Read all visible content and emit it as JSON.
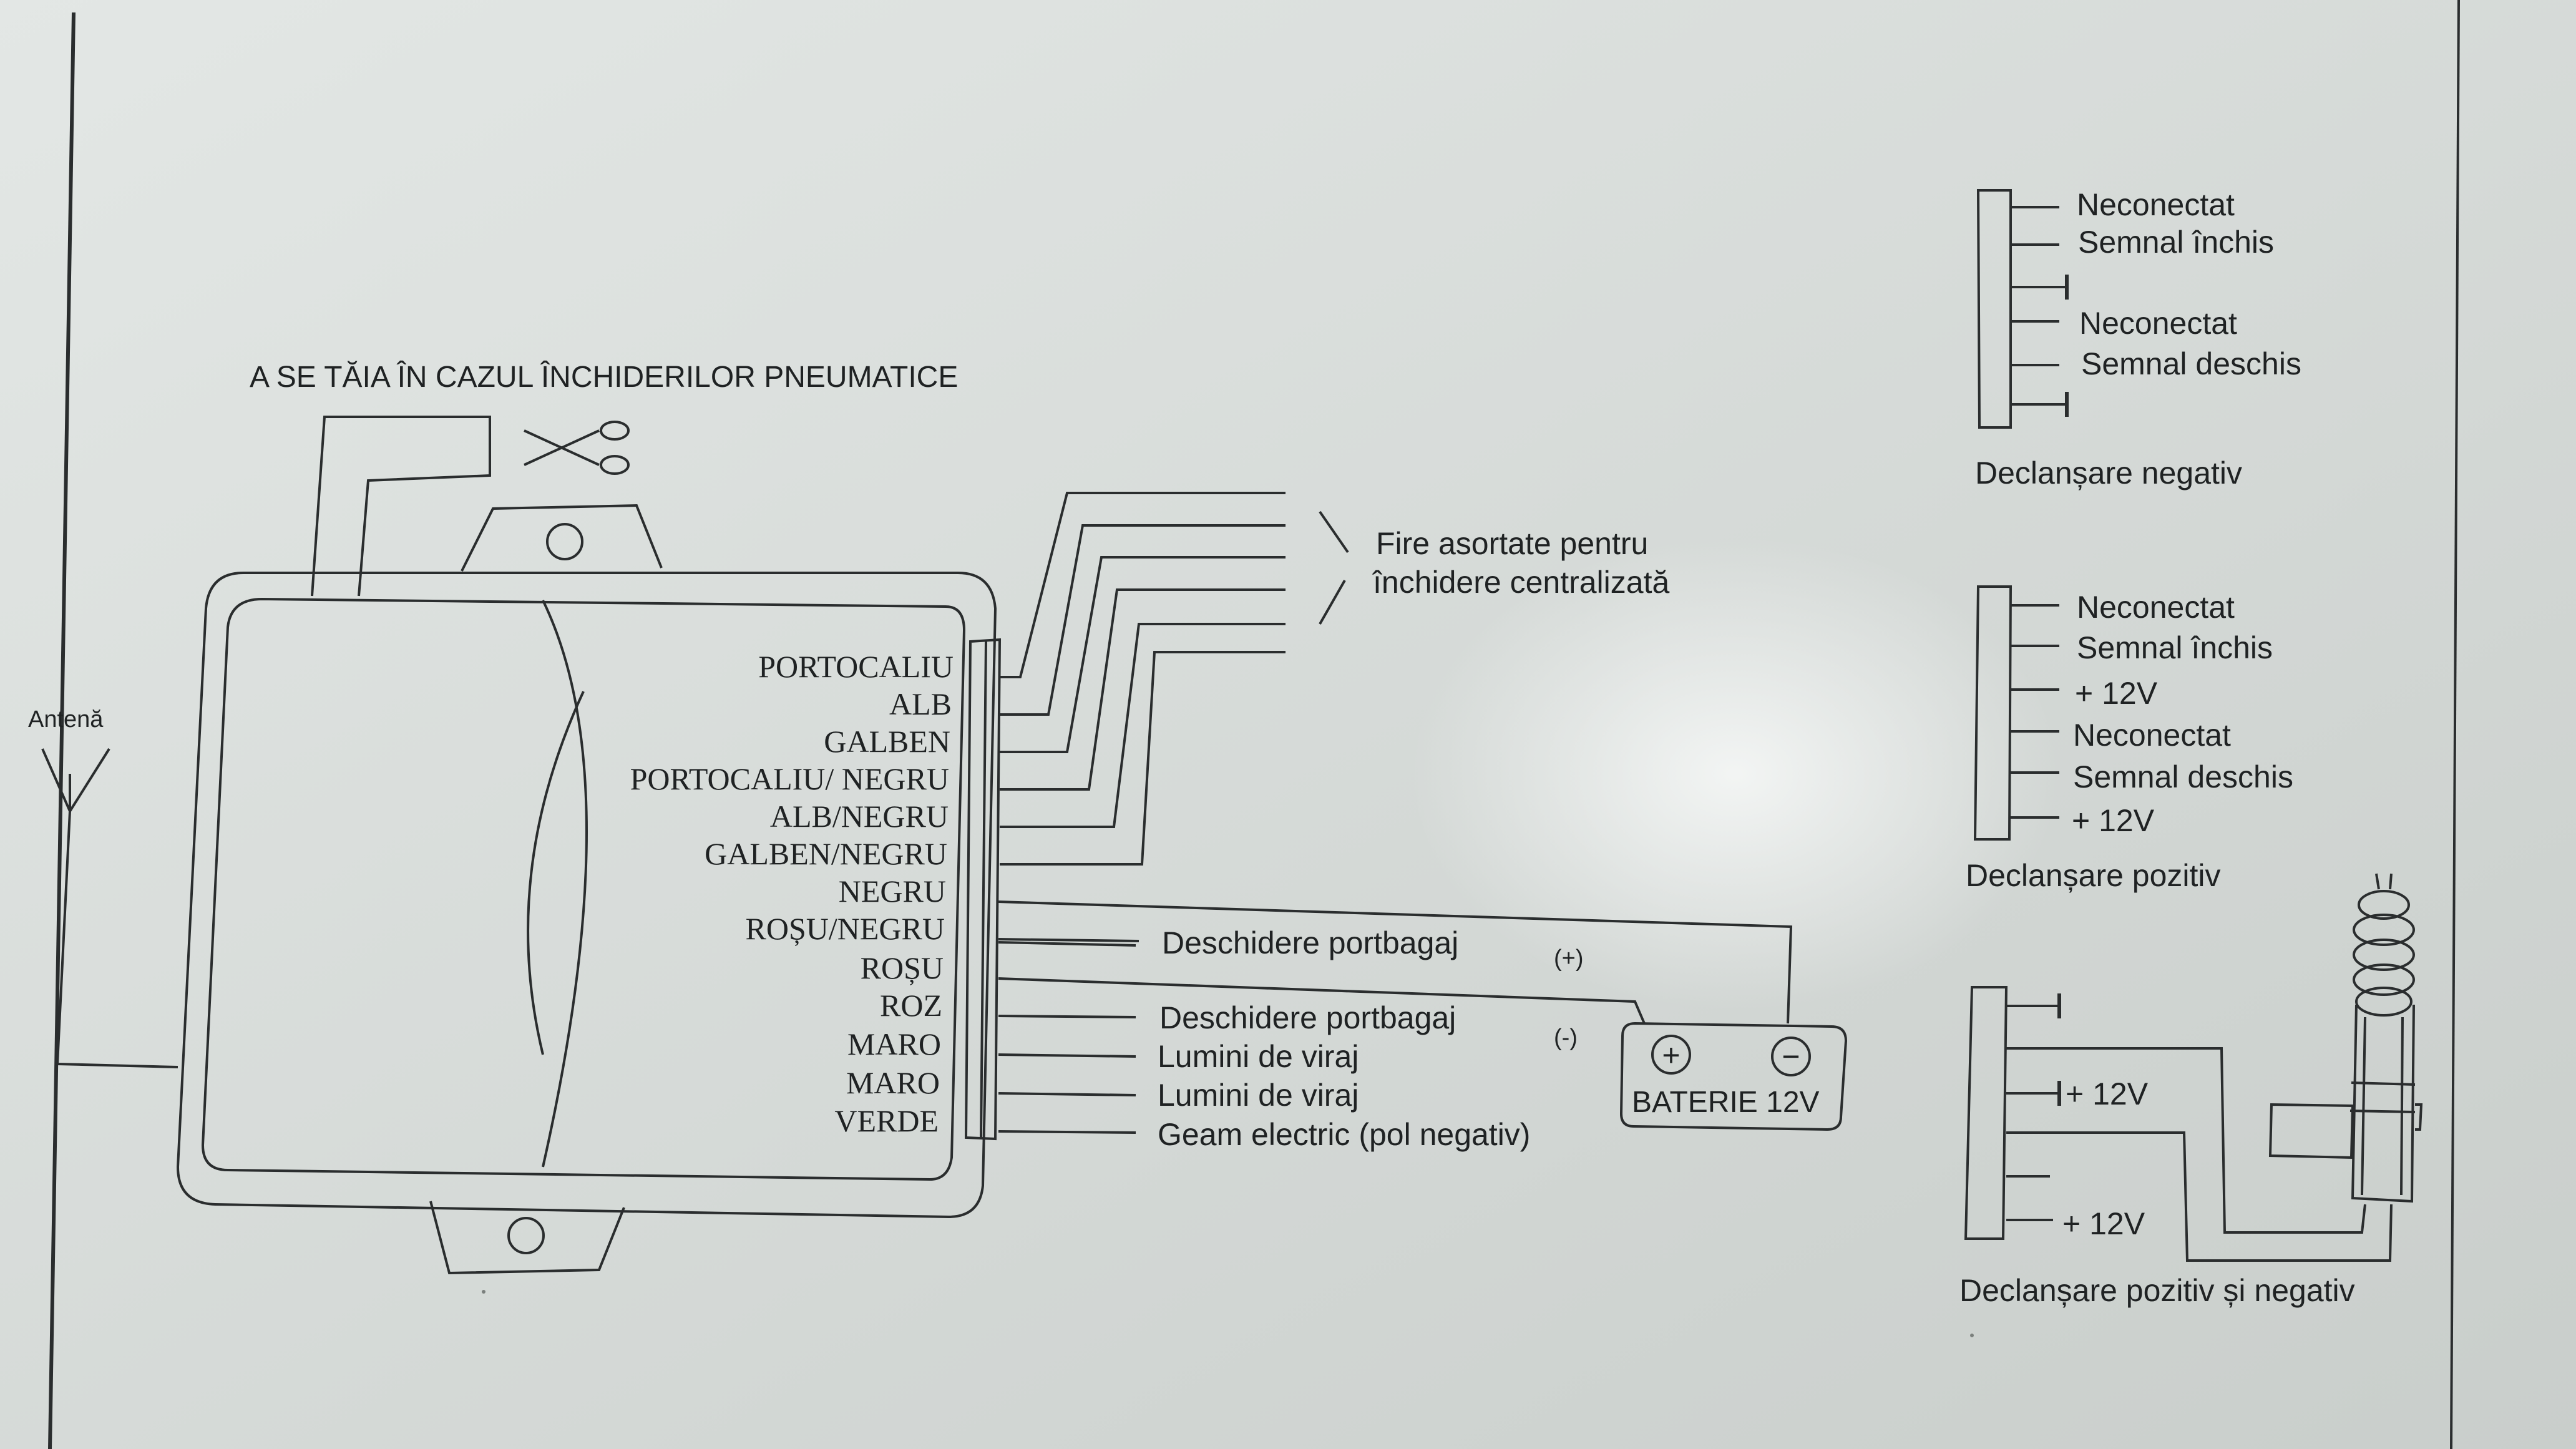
{
  "cut_note": "A SE TĂIA ÎN CAZUL ÎNCHIDERILOR PNEUMATICE",
  "antenna_label": "Antenă",
  "wires": [
    "PORTOCALIU",
    "ALB",
    "GALBEN",
    "PORTOCALIU/ NEGRU",
    "ALB/NEGRU",
    "GALBEN/NEGRU",
    "NEGRU",
    "ROȘU/NEGRU",
    "ROȘU",
    "ROZ",
    "MARO",
    "MARO",
    "VERDE"
  ],
  "assorted_wires_label": [
    "Fire asortate pentru",
    "închidere centralizată"
  ],
  "outputs": {
    "trunk_plus": "Deschidere portbagaj",
    "trunk_plus_sign": "(+)",
    "trunk_minus": "Deschidere portbagaj",
    "trunk_minus_sign": "(-)",
    "turn_1": "Lumini de viraj",
    "turn_2": "Lumini de viraj",
    "window": "Geam electric (pol negativ)"
  },
  "battery": {
    "label": "BATERIE 12V",
    "plus_symbol": "+",
    "minus_symbol": "−"
  },
  "negative_trigger": {
    "pins": [
      "Neconectat",
      "Semnal închis",
      "Neconectat",
      "Semnal deschis"
    ],
    "caption": "Declanșare negativ"
  },
  "positive_trigger": {
    "pins": [
      "Neconectat",
      "Semnal închis",
      "+ 12V",
      "Neconectat",
      "Semnal deschis",
      "+ 12V"
    ],
    "caption": "Declanșare pozitiv"
  },
  "dual_trigger": {
    "pins": [
      "+ 12V",
      "+ 12V"
    ],
    "caption": "Declanșare pozitiv și negativ"
  }
}
